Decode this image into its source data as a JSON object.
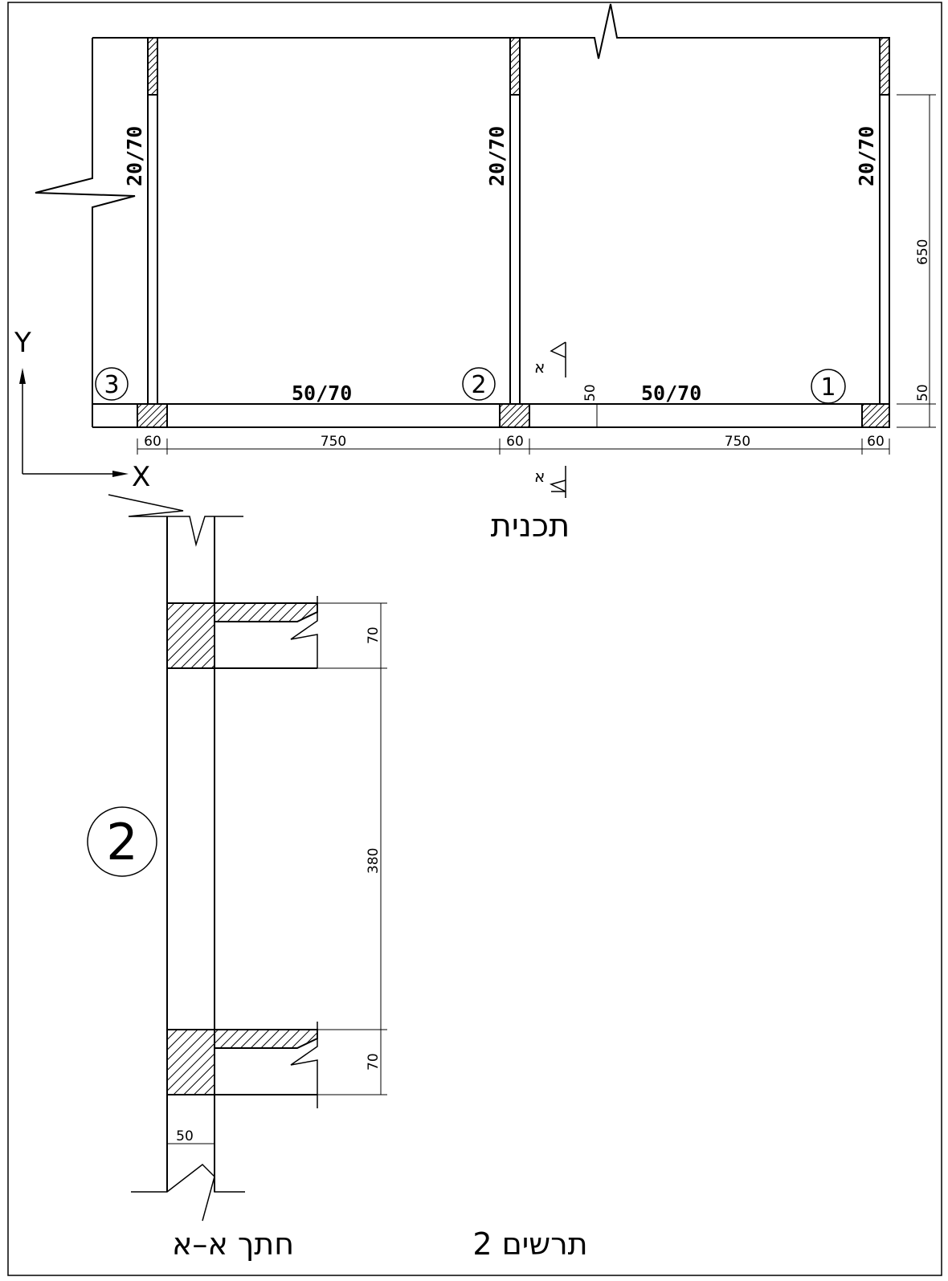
{
  "plan": {
    "beam_labels": {
      "main_left": "50/70",
      "main_right": "50/70",
      "sec_3": "20/70",
      "sec_2": "20/70",
      "sec_1": "20/70"
    },
    "axes": {
      "y": "Y",
      "x": "X"
    },
    "markers": {
      "m3": "3",
      "m2": "2",
      "m1": "1"
    },
    "section_mark": "א",
    "dims": {
      "col_3": "60",
      "span_left": "750",
      "col_2": "60",
      "span_right": "750",
      "col_1": "60",
      "beam_depth": "50",
      "slab_span": "650",
      "beam_depth_right": "50"
    },
    "title": "תכנית"
  },
  "section": {
    "marker": "2",
    "dims": {
      "top_depth": "70",
      "clear_height": "380",
      "bottom_depth": "70",
      "width": "50"
    },
    "title": "חתך א–א"
  },
  "sheet_title": "תרשים 2"
}
